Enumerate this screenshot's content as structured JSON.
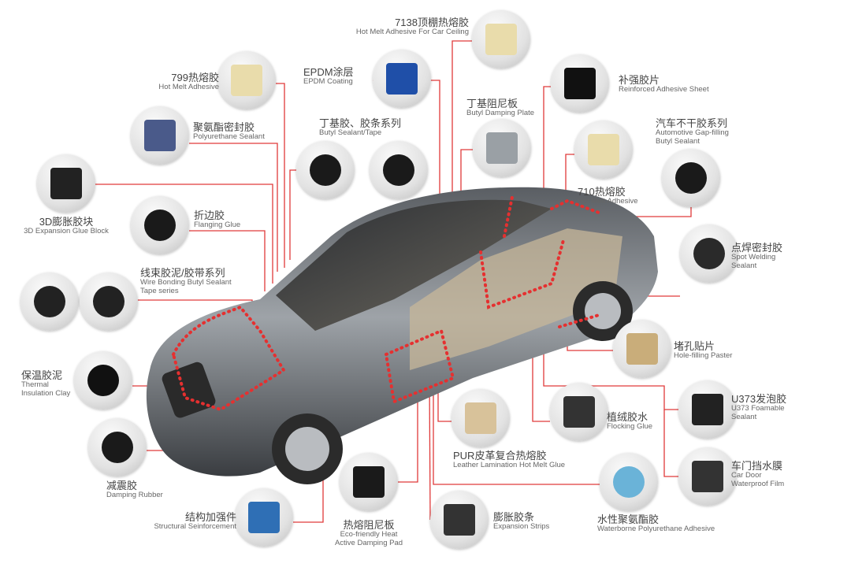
{
  "accent_color": "#e03a3a",
  "callouts": [
    {
      "cn": "7138顶棚热熔胶",
      "en": "Hot Melt Adhesive For Car Ceiling",
      "icon": "hot-melt-block-icon"
    },
    {
      "cn": "799热熔胶",
      "en": "Hot Melt Adhesive",
      "icon": "hot-melt-block-icon"
    },
    {
      "cn": "EPDM涂层",
      "en": "EPDM Coating",
      "icon": "epdm-strip-icon"
    },
    {
      "cn": "补强胶片",
      "en": "Reinforced Adhesive Sheet",
      "icon": "adhesive-sheet-icon"
    },
    {
      "cn": "聚氨酯密封胶",
      "en": "Polyurethane Sealant",
      "icon": "sealant-tubes-icon"
    },
    {
      "cn": "丁基胶、胶条系列",
      "en": "Butyl Sealant/Tape",
      "icon": "bucket-icon"
    },
    {
      "cn": "丁基阻尼板",
      "en": "Butyl Damping Plate",
      "icon": "damping-plate-icon"
    },
    {
      "cn": "汽车不干胶系列",
      "en1": "Automotive Gap-filling",
      "en2": "Butyl Sealant",
      "icon": "bucket-icon"
    },
    {
      "cn": "710热熔胶",
      "en": "Hot Melt Adhesive",
      "icon": "hot-melt-block-icon"
    },
    {
      "cn": "3D膨胀胶块",
      "en": "3D Expansion Glue Block",
      "icon": "glue-block-icon"
    },
    {
      "cn": "折边胶",
      "en": "Flanging Glue",
      "icon": "bucket-icon"
    },
    {
      "cn": "点焊密封胶",
      "en1": "Spot Welding",
      "en2": "Sealant",
      "icon": "bucket-icon"
    },
    {
      "cn": "线束胶泥/胶带系列",
      "en1": "Wire Bonding Butyl Sealant",
      "en2": "Tape series",
      "icon": "tape-roll-icon"
    },
    {
      "cn": "堵孔贴片",
      "en": "Hole-filling Paster",
      "icon": "hole-paster-icon"
    },
    {
      "cn": "保温胶泥",
      "en1": "Thermal",
      "en2": "Insulation Clay",
      "icon": "tape-roll-icon"
    },
    {
      "cn": "U373发泡胶",
      "en1": "U373 Foamable",
      "en2": "Sealant",
      "icon": "door-panel-icon"
    },
    {
      "cn": "植绒胶水",
      "en": "Flocking Glue",
      "icon": "flocking-strip-icon"
    },
    {
      "cn": "PUR皮革复合热熔胶",
      "en": "Leather Lamination Hot Melt Glue",
      "icon": "leather-icon"
    },
    {
      "cn": "减震胶",
      "en": "Damping Rubber",
      "icon": "bucket-icon"
    },
    {
      "cn": "车门挡水膜",
      "en1": "Car Door",
      "en2": "Waterproof Film",
      "icon": "door-film-icon"
    },
    {
      "cn": "水性聚氨酯胶",
      "en": "Waterborne Polyurethane Adhesive",
      "icon": "bucket-icon"
    },
    {
      "cn": "结构加强件",
      "en": "Structural Seinforcement",
      "icon": "structural-part-icon"
    },
    {
      "cn": "热熔阻尼板",
      "en1": "Eco-friendly Heat",
      "en2": "Active Damping Pad",
      "icon": "damping-pad-icon"
    },
    {
      "cn": "膨胀胶条",
      "en": "Expansion Strips",
      "icon": "expansion-strip-icon"
    }
  ]
}
